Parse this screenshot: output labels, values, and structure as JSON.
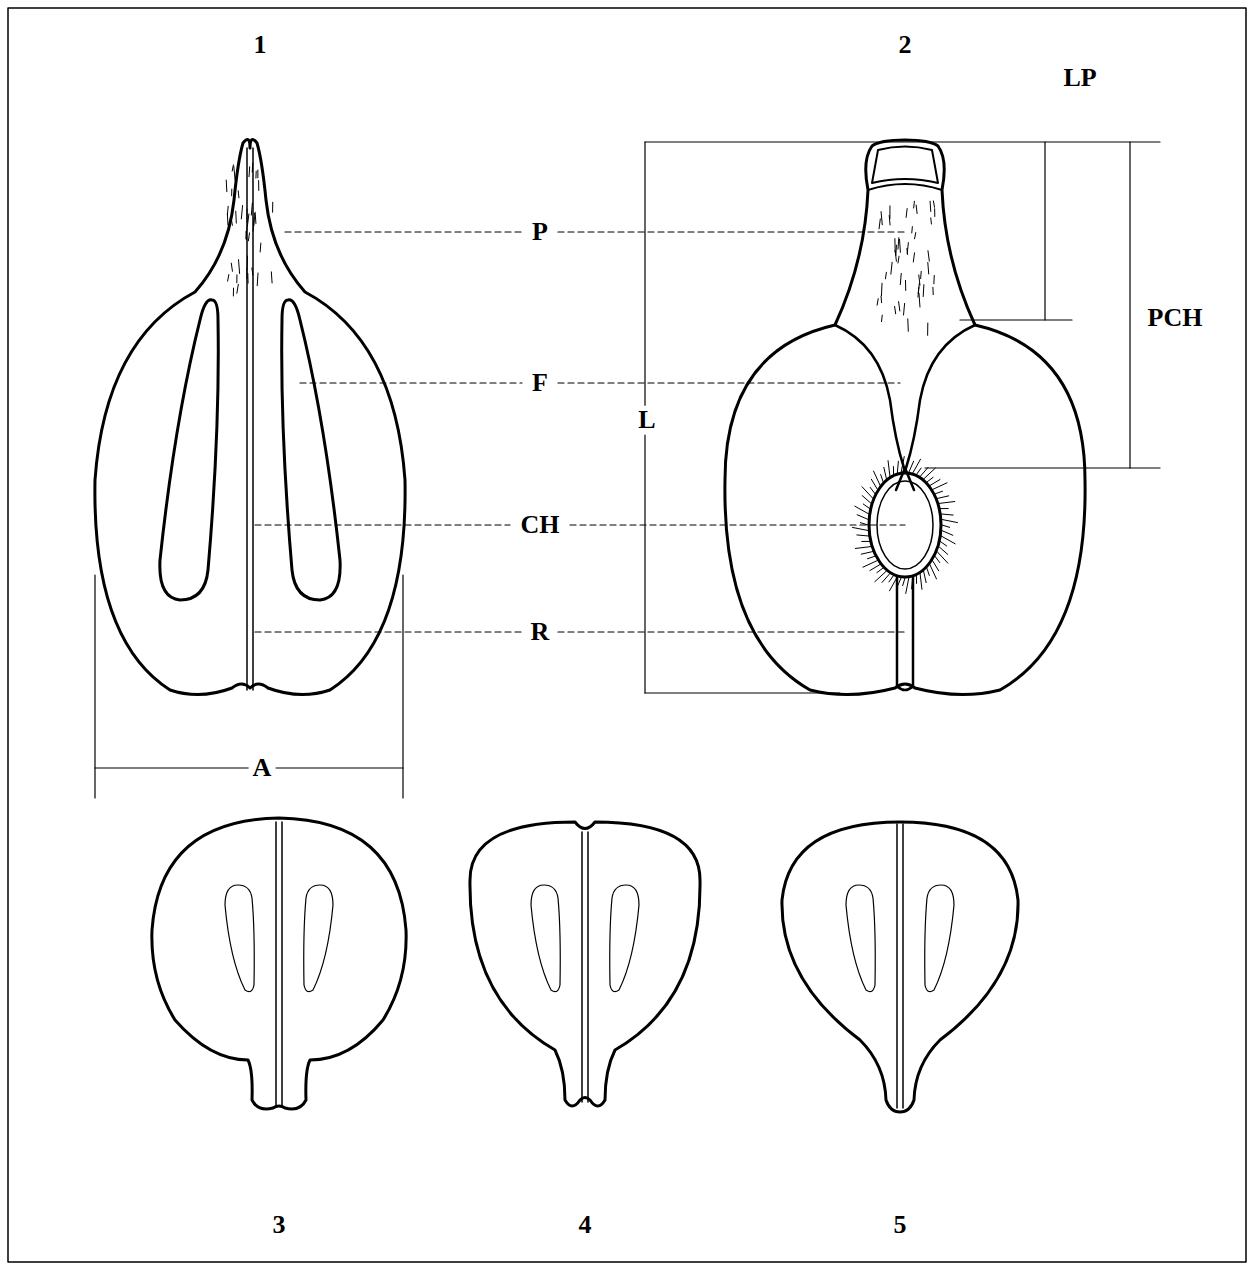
{
  "diagram": {
    "labels": [
      "1",
      "2",
      "P",
      "F",
      "CH",
      "R",
      "L",
      "LP",
      "PCH",
      "A",
      "3",
      "4",
      "5"
    ]
  }
}
